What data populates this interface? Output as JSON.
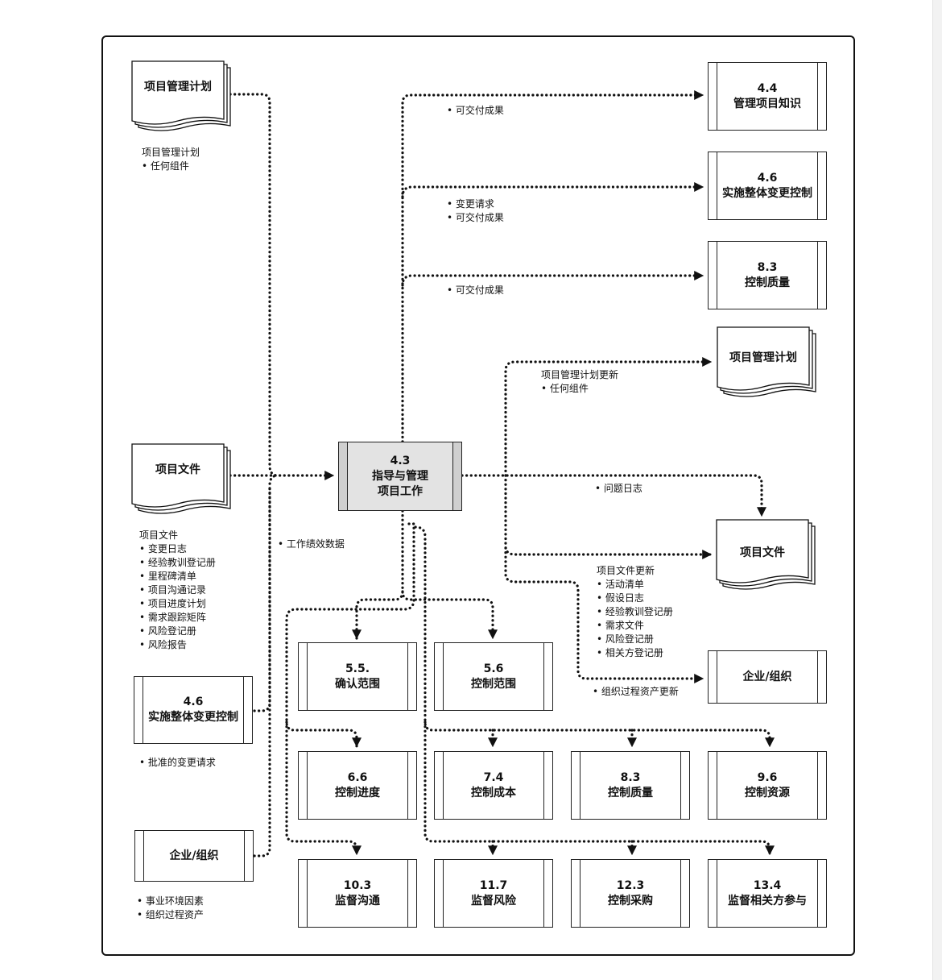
{
  "processes": {
    "p43": {
      "num": "4.3",
      "name1": "指导与管理",
      "name2": "项目工作"
    },
    "p44": {
      "num": "4.4",
      "name": "管理项目知识"
    },
    "p46r": {
      "num": "4.6",
      "name": "实施整体变更控制"
    },
    "p83r": {
      "num": "8.3",
      "name": "控制质量"
    },
    "p46l": {
      "num": "4.6",
      "name": "实施整体变更控制"
    },
    "p55": {
      "num": "5.5.",
      "name": "确认范围"
    },
    "p56": {
      "num": "5.6",
      "name": "控制范围"
    },
    "p66": {
      "num": "6.6",
      "name": "控制进度"
    },
    "p74": {
      "num": "7.4",
      "name": "控制成本"
    },
    "p83b": {
      "num": "8.3",
      "name": "控制质量"
    },
    "p96": {
      "num": "9.6",
      "name": "控制资源"
    },
    "p103": {
      "num": "10.3",
      "name": "监督沟通"
    },
    "p117": {
      "num": "11.7",
      "name": "监督风险"
    },
    "p123": {
      "num": "12.3",
      "name": "控制采购"
    },
    "p134": {
      "num": "13.4",
      "name": "监督相关方参与"
    }
  },
  "entities": {
    "eef_left": "企业/组织",
    "eef_right": "企业/组织"
  },
  "documents": {
    "pmp_left": "项目管理计划",
    "docs_left": "项目文件",
    "pmp_right": "项目管理计划",
    "docs_right": "项目文件"
  },
  "labels": {
    "pmp_in": {
      "title": "项目管理计划",
      "items": [
        "任何组件"
      ]
    },
    "docs_in": {
      "title": "项目文件",
      "items": [
        "变更日志",
        "经验教训登记册",
        "里程碑清单",
        "项目沟通记录",
        "项目进度计划",
        "需求跟踪矩阵",
        "风险登记册",
        "风险报告"
      ]
    },
    "approved_cr": {
      "items": [
        "批准的变更请求"
      ]
    },
    "eef_in": {
      "items": [
        "事业环境因素",
        "组织过程资产"
      ]
    },
    "wpd": {
      "items": [
        "工作绩效数据"
      ]
    },
    "to44": {
      "items": [
        "可交付成果"
      ]
    },
    "to46": {
      "items": [
        "变更请求",
        "可交付成果"
      ]
    },
    "to83": {
      "items": [
        "可交付成果"
      ]
    },
    "pmp_upd": {
      "title": "项目管理计划更新",
      "items": [
        "任何组件"
      ]
    },
    "issue_log": {
      "items": [
        "问题日志"
      ]
    },
    "docs_upd": {
      "title": "项目文件更新",
      "items": [
        "活动清单",
        "假设日志",
        "经验教训登记册",
        "需求文件",
        "风险登记册",
        "相关方登记册"
      ]
    },
    "opa_upd": {
      "items": [
        "组织过程资产更新"
      ]
    }
  }
}
